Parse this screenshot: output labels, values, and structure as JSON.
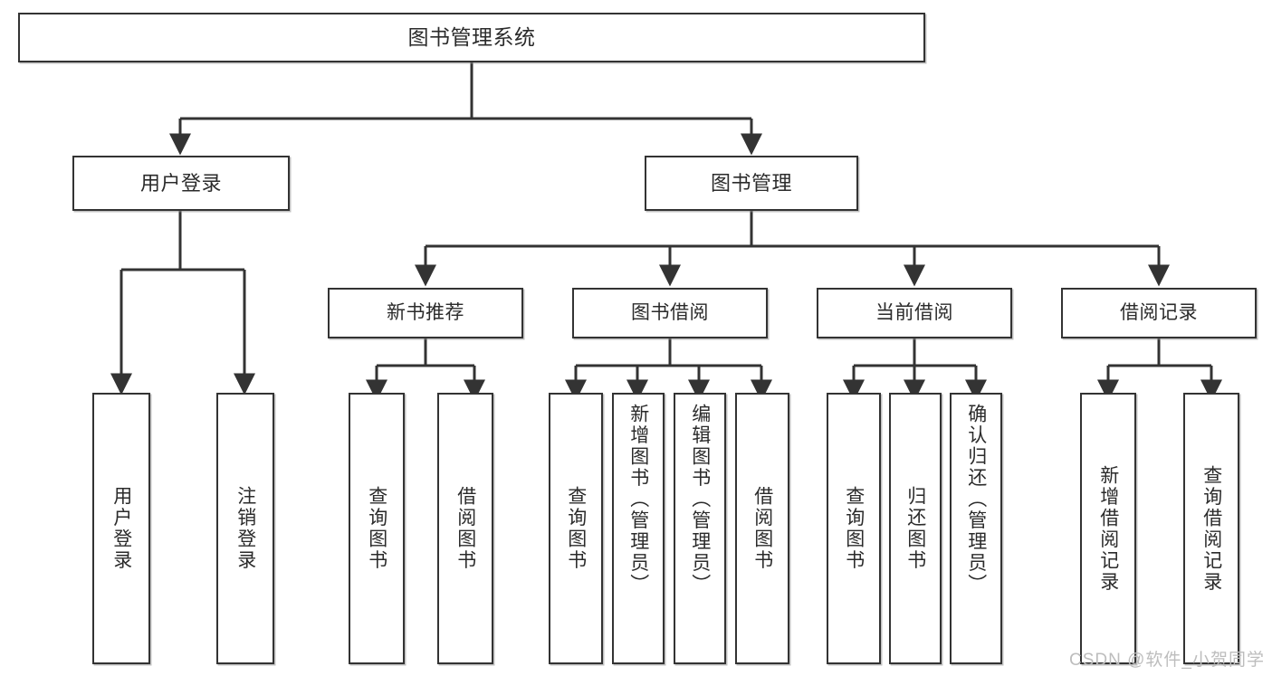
{
  "diagram": {
    "type": "tree",
    "title": "图书管理系统",
    "colors": {
      "box_border": "#333333",
      "box_fill": "#ffffff",
      "text": "#2b2b2b",
      "edge": "#333333",
      "watermark": "#bdbdbd",
      "background": "#ffffff"
    },
    "root": {
      "label": "图书管理系统"
    },
    "level1": [
      {
        "label": "用户登录"
      },
      {
        "label": "图书管理"
      }
    ],
    "level2": [
      {
        "label": "新书推荐"
      },
      {
        "label": "图书借阅"
      },
      {
        "label": "当前借阅"
      },
      {
        "label": "借阅记录"
      }
    ],
    "leaves": {
      "user_login": [
        {
          "label": "用户登录"
        },
        {
          "label": "注销登录"
        }
      ],
      "new_book_recommend": [
        {
          "label": "查询图书"
        },
        {
          "label": "借阅图书"
        }
      ],
      "book_borrow": [
        {
          "label": "查询图书"
        },
        {
          "label": "新增图书（管理员）"
        },
        {
          "label": "编辑图书（管理员）"
        },
        {
          "label": "借阅图书"
        }
      ],
      "current_borrow": [
        {
          "label": "查询图书"
        },
        {
          "label": "归还图书"
        },
        {
          "label": "确认归还（管理员）"
        }
      ],
      "borrow_record": [
        {
          "label": "新增借阅记录"
        },
        {
          "label": "查询借阅记录"
        }
      ]
    }
  },
  "watermark": {
    "text": "CSDN @软件_小贺同学"
  }
}
